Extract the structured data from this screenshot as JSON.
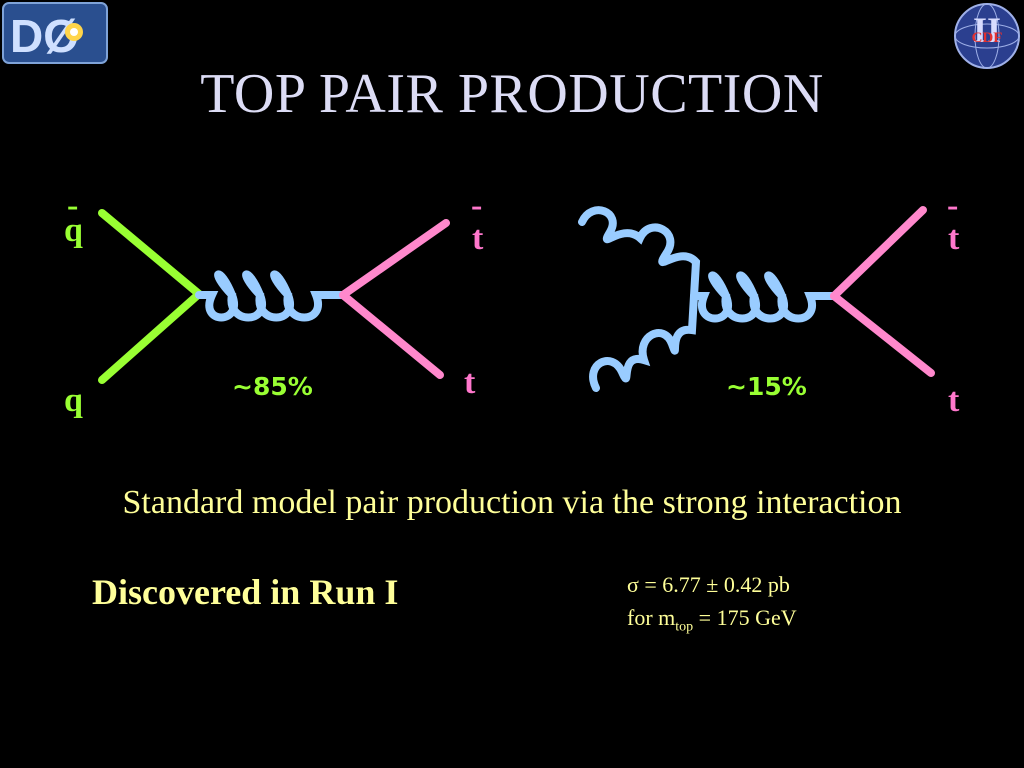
{
  "title": "TOP PAIR PRODUCTION",
  "logos": {
    "left": "DØ",
    "right_numeral": "II",
    "right_text": "CDF"
  },
  "diagram_left": {
    "incoming_top": {
      "symbol": "q",
      "bar": "-"
    },
    "incoming_bottom": {
      "symbol": "q"
    },
    "outgoing_top": {
      "symbol": "t",
      "bar": "-"
    },
    "outgoing_bottom": {
      "symbol": "t"
    },
    "fraction": "~85%"
  },
  "diagram_right": {
    "outgoing_top": {
      "symbol": "t",
      "bar": "-"
    },
    "outgoing_bottom": {
      "symbol": "t"
    },
    "fraction": "~15%"
  },
  "subtitle": "Standard model pair production via the strong interaction",
  "discovered": "Discovered in Run I",
  "cross_section": {
    "line1": "σ = 6.77 ± 0.42 pb",
    "line2_prefix": "for m",
    "line2_sub": "top",
    "line2_suffix": " = 175 GeV"
  },
  "colors": {
    "quark": "#99ff33",
    "top": "#ff88cc",
    "gluon": "#99ccff",
    "text": "#ffff99",
    "title": "#dcdcf5"
  }
}
